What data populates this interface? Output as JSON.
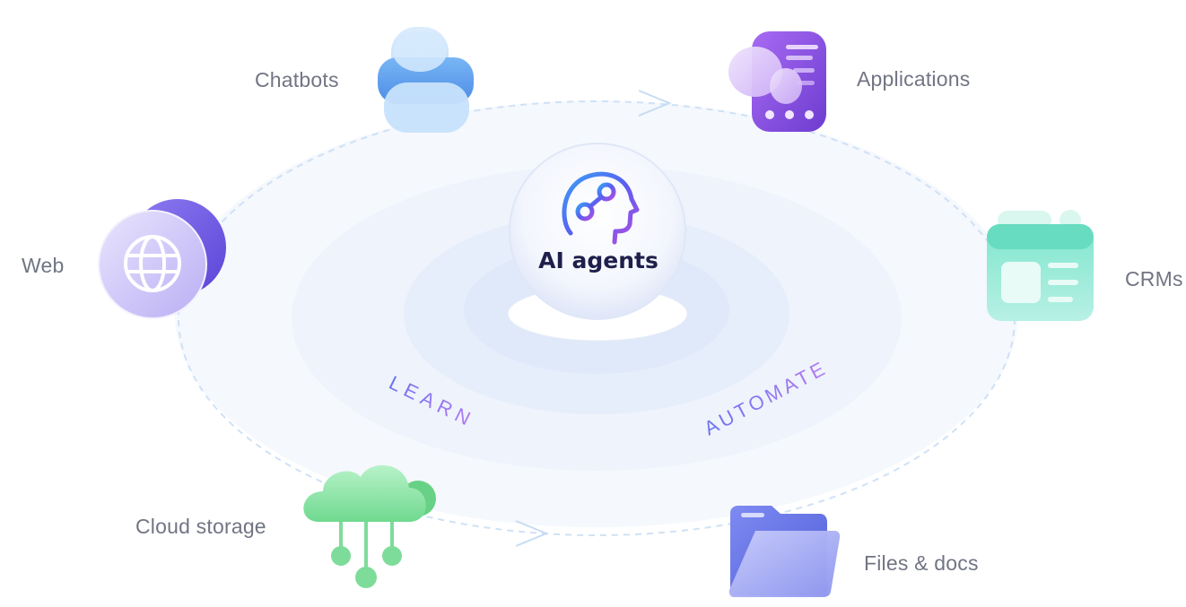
{
  "center": {
    "label": "AI agents",
    "icon": "ai-brain-icon"
  },
  "verbs": {
    "learn": "LEARN",
    "automate": "AUTOMATE"
  },
  "nodes": [
    {
      "id": "chatbots",
      "label": "Chatbots",
      "icon": "chatbot-icon",
      "color": "#5a9cf2"
    },
    {
      "id": "applications",
      "label": "Applications",
      "icon": "applications-icon",
      "color": "#8b5cf6"
    },
    {
      "id": "web",
      "label": "Web",
      "icon": "globe-icon",
      "color": "#8a7af0"
    },
    {
      "id": "crms",
      "label": "CRMs",
      "icon": "crm-icon",
      "color": "#4fd1b5"
    },
    {
      "id": "cloud",
      "label": "Cloud storage",
      "icon": "cloud-storage-icon",
      "color": "#5bd48a"
    },
    {
      "id": "files",
      "label": "Files & docs",
      "icon": "folder-icon",
      "color": "#6d7ff0"
    }
  ]
}
